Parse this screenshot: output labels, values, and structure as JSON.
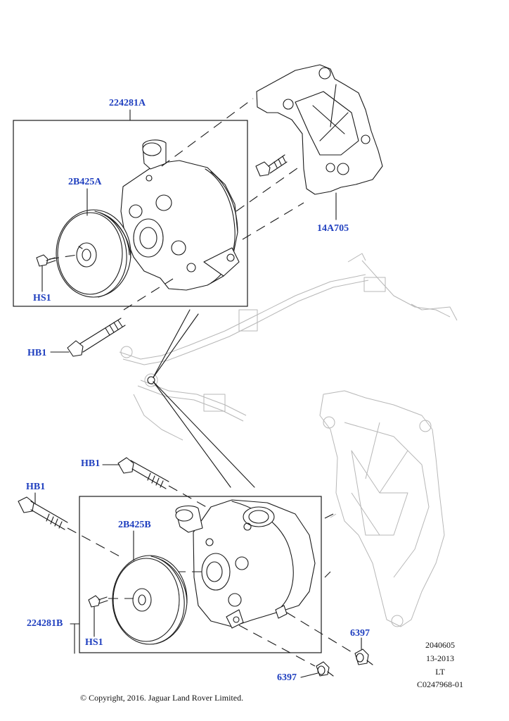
{
  "callouts": {
    "kit_upper": "224281A",
    "pulley_upper": "2B425A",
    "bracket": "14A705",
    "screw_upper": "HS1",
    "bolt_mid": "HB1",
    "bolt_lower_1": "HB1",
    "bolt_lower_2": "HB1",
    "pulley_lower": "2B425B",
    "kit_lower": "224281B",
    "screw_lower": "HS1",
    "bushing_1": "6397",
    "bushing_2": "6397"
  },
  "reference": {
    "line1": "2040605",
    "line2": "13-2013",
    "line3": "LT",
    "line4": "C0247968-01"
  },
  "copyright": "© Copyright, 2016. Jaguar Land Rover Limited."
}
